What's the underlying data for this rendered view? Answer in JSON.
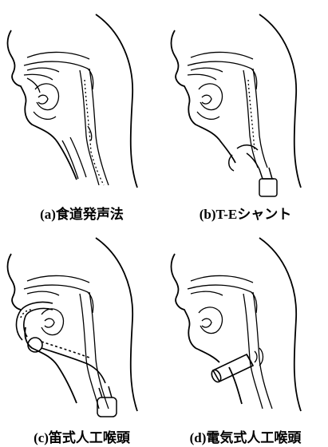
{
  "captions": {
    "a": "(a)食道発声法",
    "b": "(b)T-Eシャント",
    "c": "(c)笛式人工喉頭",
    "d": "(d)電気式人工喉頭"
  },
  "colors": {
    "line": "#000000",
    "background": "#ffffff"
  }
}
